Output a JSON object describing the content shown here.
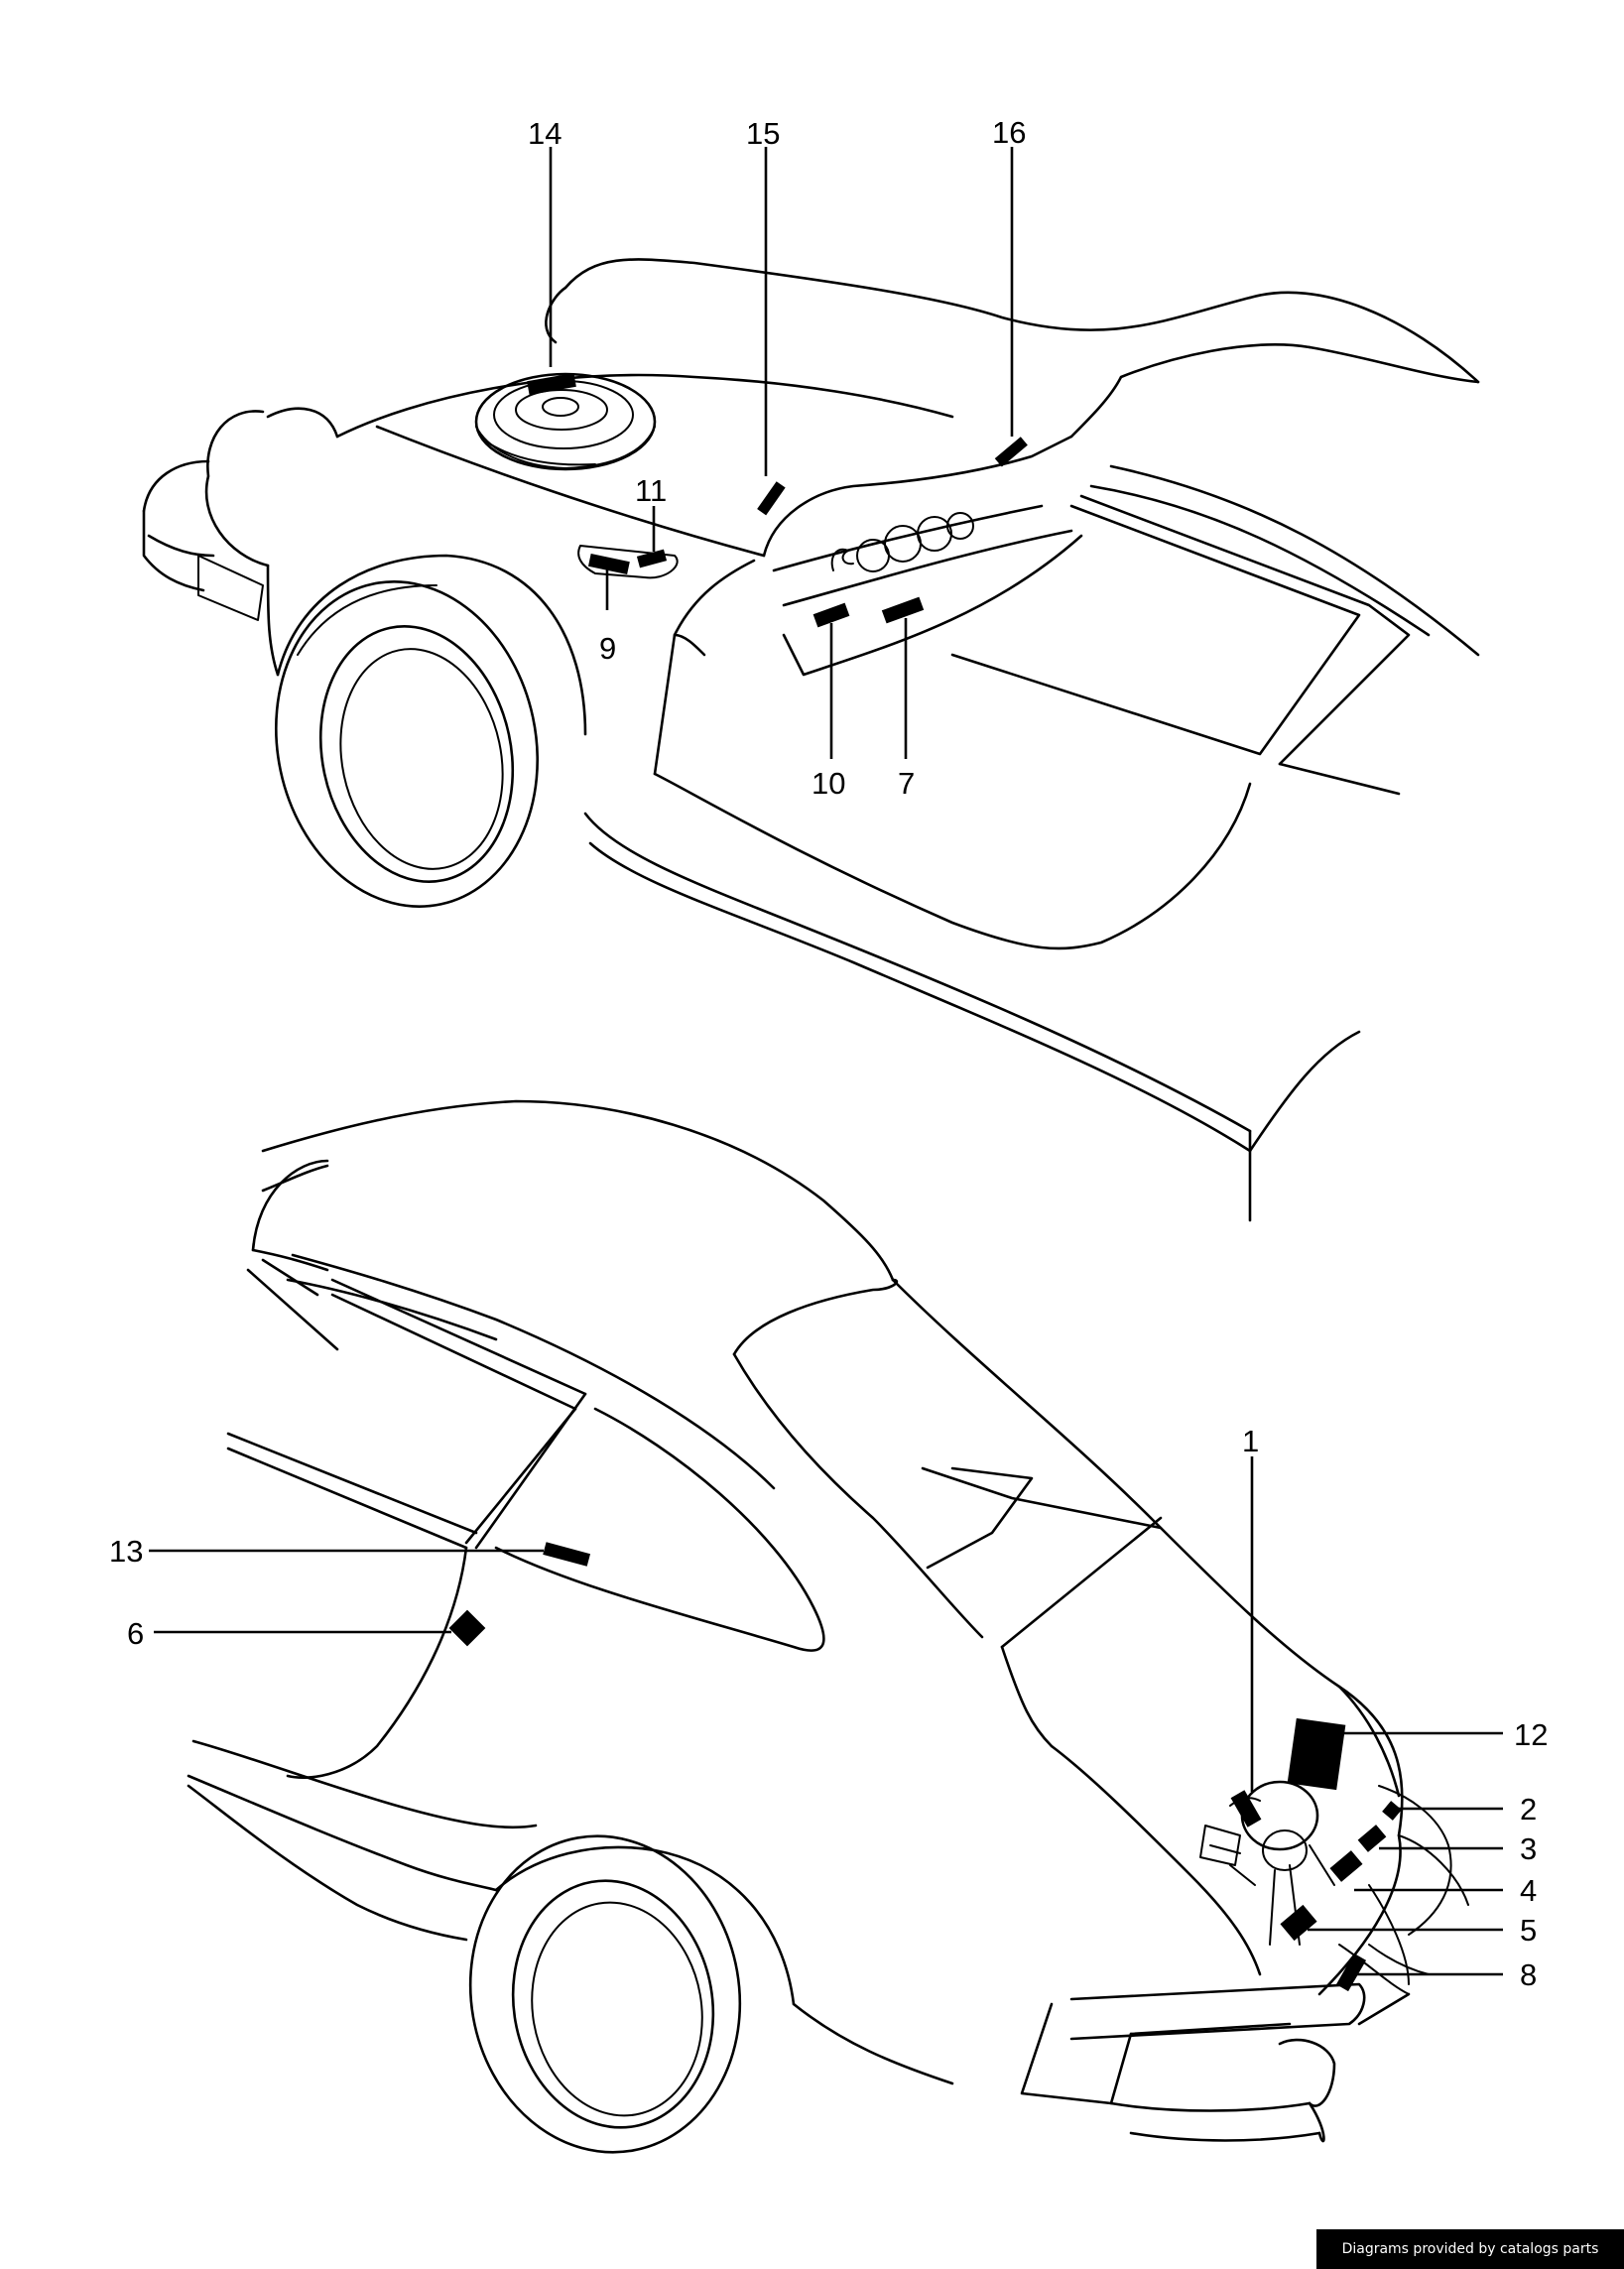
{
  "callouts": {
    "c14": "14",
    "c15": "15",
    "c16": "16",
    "c11": "11",
    "c9": "9",
    "c10": "10",
    "c7": "7",
    "c13": "13",
    "c6": "6",
    "c1": "1",
    "c12": "12",
    "c2": "2",
    "c3": "3",
    "c4": "4",
    "c5": "5",
    "c8": "8"
  },
  "footer": {
    "text": "Diagrams provided by catalogs parts"
  },
  "colors": {
    "ink": "#000000",
    "paper": "#ffffff"
  }
}
